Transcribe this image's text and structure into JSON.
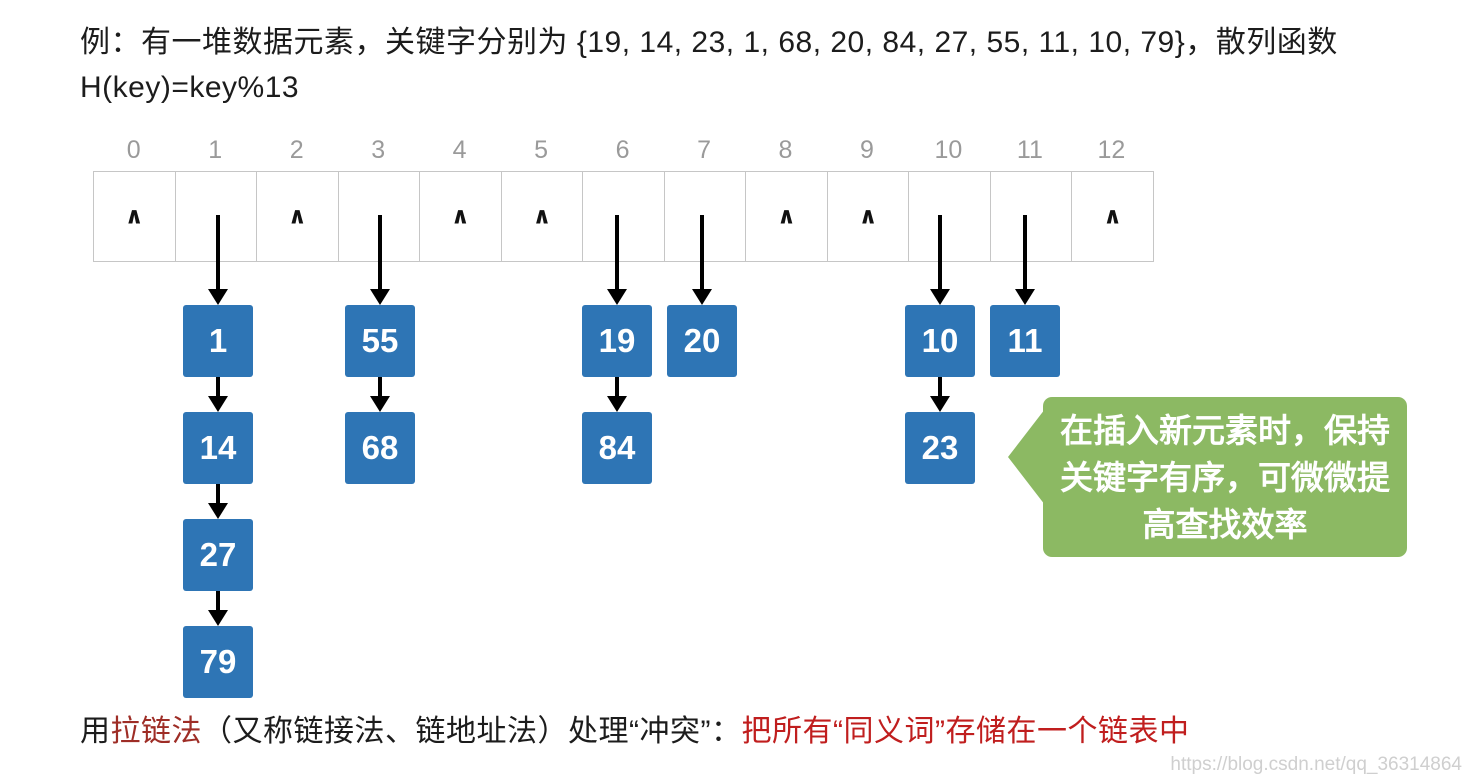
{
  "header": {
    "line1": "例：有一堆数据元素，关键字分别为 {19, 14, 23, 1, 68, 20, 84, 27, 55, 11, 10, 79}，散列函数",
    "line2": "H(key)=key%13"
  },
  "hash_table": {
    "null_symbol": "∧",
    "indices": [
      "0",
      "1",
      "2",
      "3",
      "4",
      "5",
      "6",
      "7",
      "8",
      "9",
      "10",
      "11",
      "12"
    ],
    "cell_types": [
      "null",
      "pointer",
      "null",
      "pointer",
      "null",
      "null",
      "pointer",
      "pointer",
      "null",
      "null",
      "pointer",
      "pointer",
      "null"
    ]
  },
  "chains": [
    {
      "slot": "1",
      "nodes": [
        "1",
        "14",
        "27",
        "79"
      ]
    },
    {
      "slot": "3",
      "nodes": [
        "55",
        "68"
      ]
    },
    {
      "slot": "6",
      "nodes": [
        "19",
        "84"
      ]
    },
    {
      "slot": "7",
      "nodes": [
        "20"
      ]
    },
    {
      "slot": "10",
      "nodes": [
        "10",
        "23"
      ]
    },
    {
      "slot": "11",
      "nodes": [
        "11"
      ]
    }
  ],
  "callout": {
    "lines": [
      "在插入新元素时，保持",
      "关键字有序，可微微提",
      "高查找效率"
    ]
  },
  "footer": {
    "part1": "用",
    "method": "拉链法",
    "part2": "（又称链接法、链地址法）处理“冲突”：",
    "emphasis": "把所有“同义词”存储在一个链表中"
  },
  "watermark": "https://blog.csdn.net/qq_36314864",
  "colors": {
    "node-blue": "#2E75B5",
    "callout-green": "#8CB963",
    "method-red": "#9E2D26",
    "emphasis-red": "#C01E1E",
    "index-gray": "#9A9A9A",
    "watermark-gray": "#CFCFCF"
  }
}
